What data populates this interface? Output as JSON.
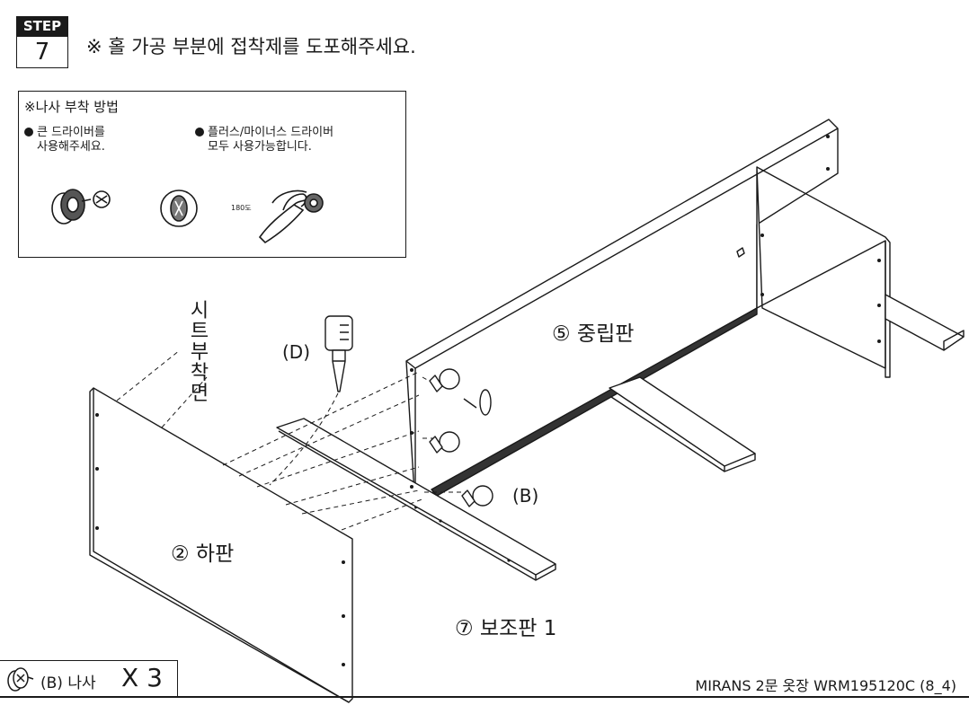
{
  "step": {
    "label": "STEP",
    "number": "7"
  },
  "instruction": "※ 홀 가공 부분에 접착제를 도포해주세요.",
  "screw_method": {
    "title": "※나사 부착 방법",
    "tip1_line1": "큰 드라이버를",
    "tip1_line2": "사용해주세요.",
    "tip2_line1": "플러스/마이너스 드라이버",
    "tip2_line2": "모두 사용가능합니다.",
    "rotation": "180도"
  },
  "labels": {
    "sheet_side": [
      "시",
      "트",
      "부",
      "착",
      "면"
    ],
    "glue": "(D)",
    "middle_panel": "⑤ 중립판",
    "bottom_panel": "② 하판",
    "aux_panel": "⑦ 보조판 1",
    "screw": "(B)"
  },
  "parts": {
    "name": "(B) 나사",
    "count": "X 3"
  },
  "footer": "MIRANS 2문 옷장 WRM195120C (8_4)"
}
